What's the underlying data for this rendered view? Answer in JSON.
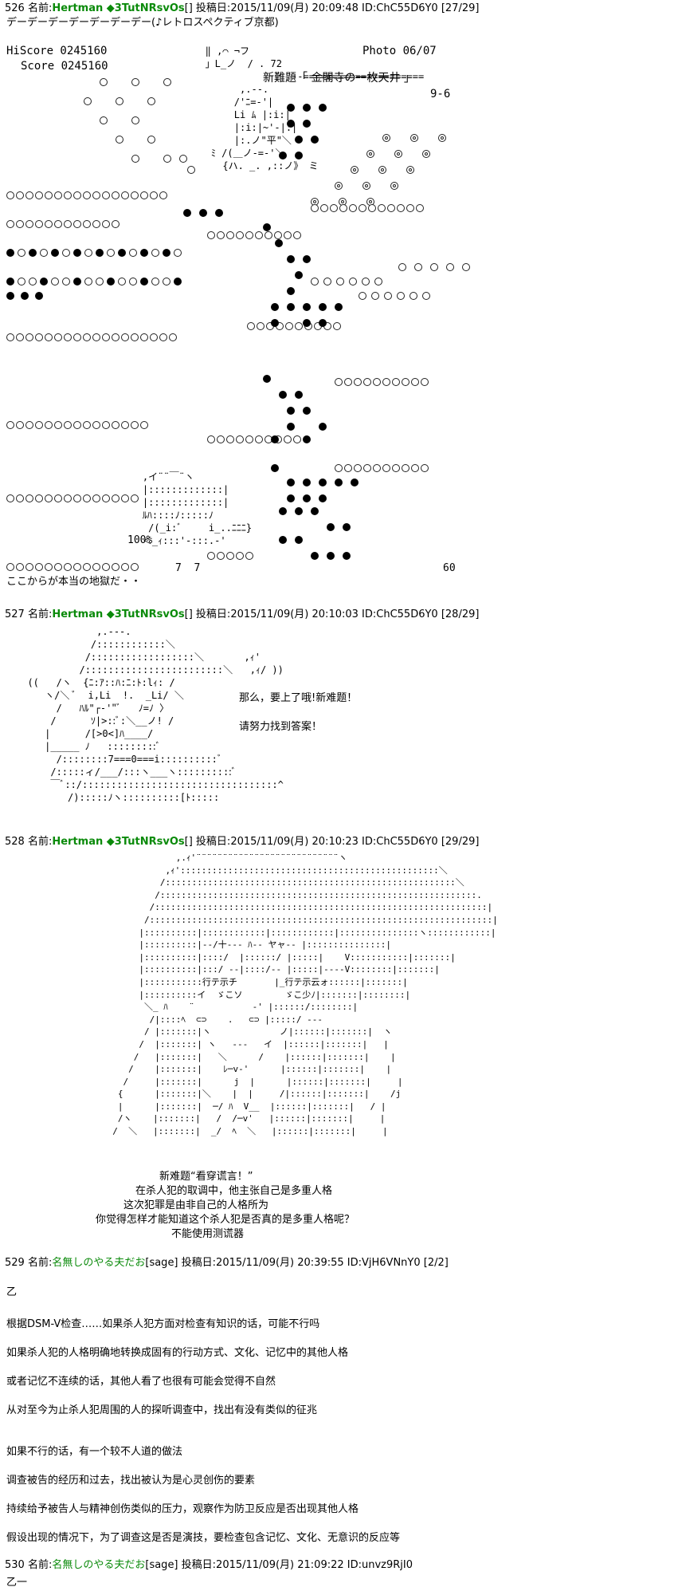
{
  "posts": [
    {
      "number": "526",
      "name_label": "名前:",
      "name": "Hertman ◆3TutNRsvOs",
      "suffix": "[]",
      "date_label": "投稿日:",
      "date": "2015/11/09(月) 20:09:48",
      "id": "ID:ChC55D6Y0",
      "count": "[27/29]"
    },
    {
      "number": "527",
      "name_label": "名前:",
      "name": "Hertman ◆3TutNRsvOs",
      "suffix": "[]",
      "date_label": "投稿日:",
      "date": "2015/11/09(月) 20:10:03",
      "id": "ID:ChC55D6Y0",
      "count": "[28/29]"
    },
    {
      "number": "528",
      "name_label": "名前:",
      "name": "Hertman ◆3TutNRsvOs",
      "suffix": "[]",
      "date_label": "投稿日:",
      "date": "2015/11/09(月) 20:10:23",
      "id": "ID:ChC55D6Y0",
      "count": "[29/29]"
    },
    {
      "number": "529",
      "name_label": "名前:",
      "name": "名無しのやる夫だお",
      "suffix": "[sage]",
      "date_label": "投稿日:",
      "date": "2015/11/09(月) 20:39:55",
      "id": "ID:VjH6VNnY0",
      "count": "[2/2]"
    },
    {
      "number": "530",
      "name_label": "名前:",
      "name": "名無しのやる夫だお",
      "suffix": "[sage]",
      "date_label": "投稿日:",
      "date": "2015/11/09(月) 21:09:22",
      "id": "ID:unvz9RjI0",
      "count": ""
    }
  ],
  "p526": {
    "line1": "デーデーデーデーデーデーデー(♪レトロスペクティブ京都)",
    "hiscore": "HiScore 0245160",
    "score": "Score 0245160",
    "photo": "Photo 06/07",
    "title": "新難題「 金閣寺の一枚天井 」",
    "stage": "9-6",
    "bottom_left": "ここからが本当の地獄だ・・",
    "bottom_right": "60",
    "bottom_mid": "7  7",
    "percent": "100%"
  },
  "p527": {
    "speech1": "那么，要上了哦!新难题！",
    "speech2": "请努力找到答案！"
  },
  "p528": {
    "caption1": "新难题“看穿谎言！”",
    "caption2": "在杀人犯的取调中，他主张自己是多重人格",
    "caption3": "这次犯罪是由非自己的人格所为",
    "caption4": "你觉得怎样才能知道这个杀人犯是否真的是多重人格呢？",
    "caption5": "不能使用测谎器"
  },
  "p529": {
    "lines": [
      "乙",
      "根据DSM-V检查……如果杀人犯方面对检查有知识的话，可能不行吗",
      "如果杀人犯的人格明确地转换成固有的行动方式、文化、记忆中的其他人格",
      "或者记忆不连续的话，其他人看了也很有可能会觉得不自然",
      "从对至今为止杀人犯周围的人的探听调查中，找出有没有类似的征兆",
      "如果不行的话，有一个较不人道的做法",
      "调查被告的经历和过去，找出被认为是心灵创伤的要素",
      "持续给予被告人与精神创伤类似的压力，观察作为防卫反应是否出现其他人格",
      "假设出现的情况下，为了调查这是否是演技，要检查包含记忆、文化、无意识的反应等"
    ]
  },
  "p530": {
    "line1": "乙一"
  }
}
